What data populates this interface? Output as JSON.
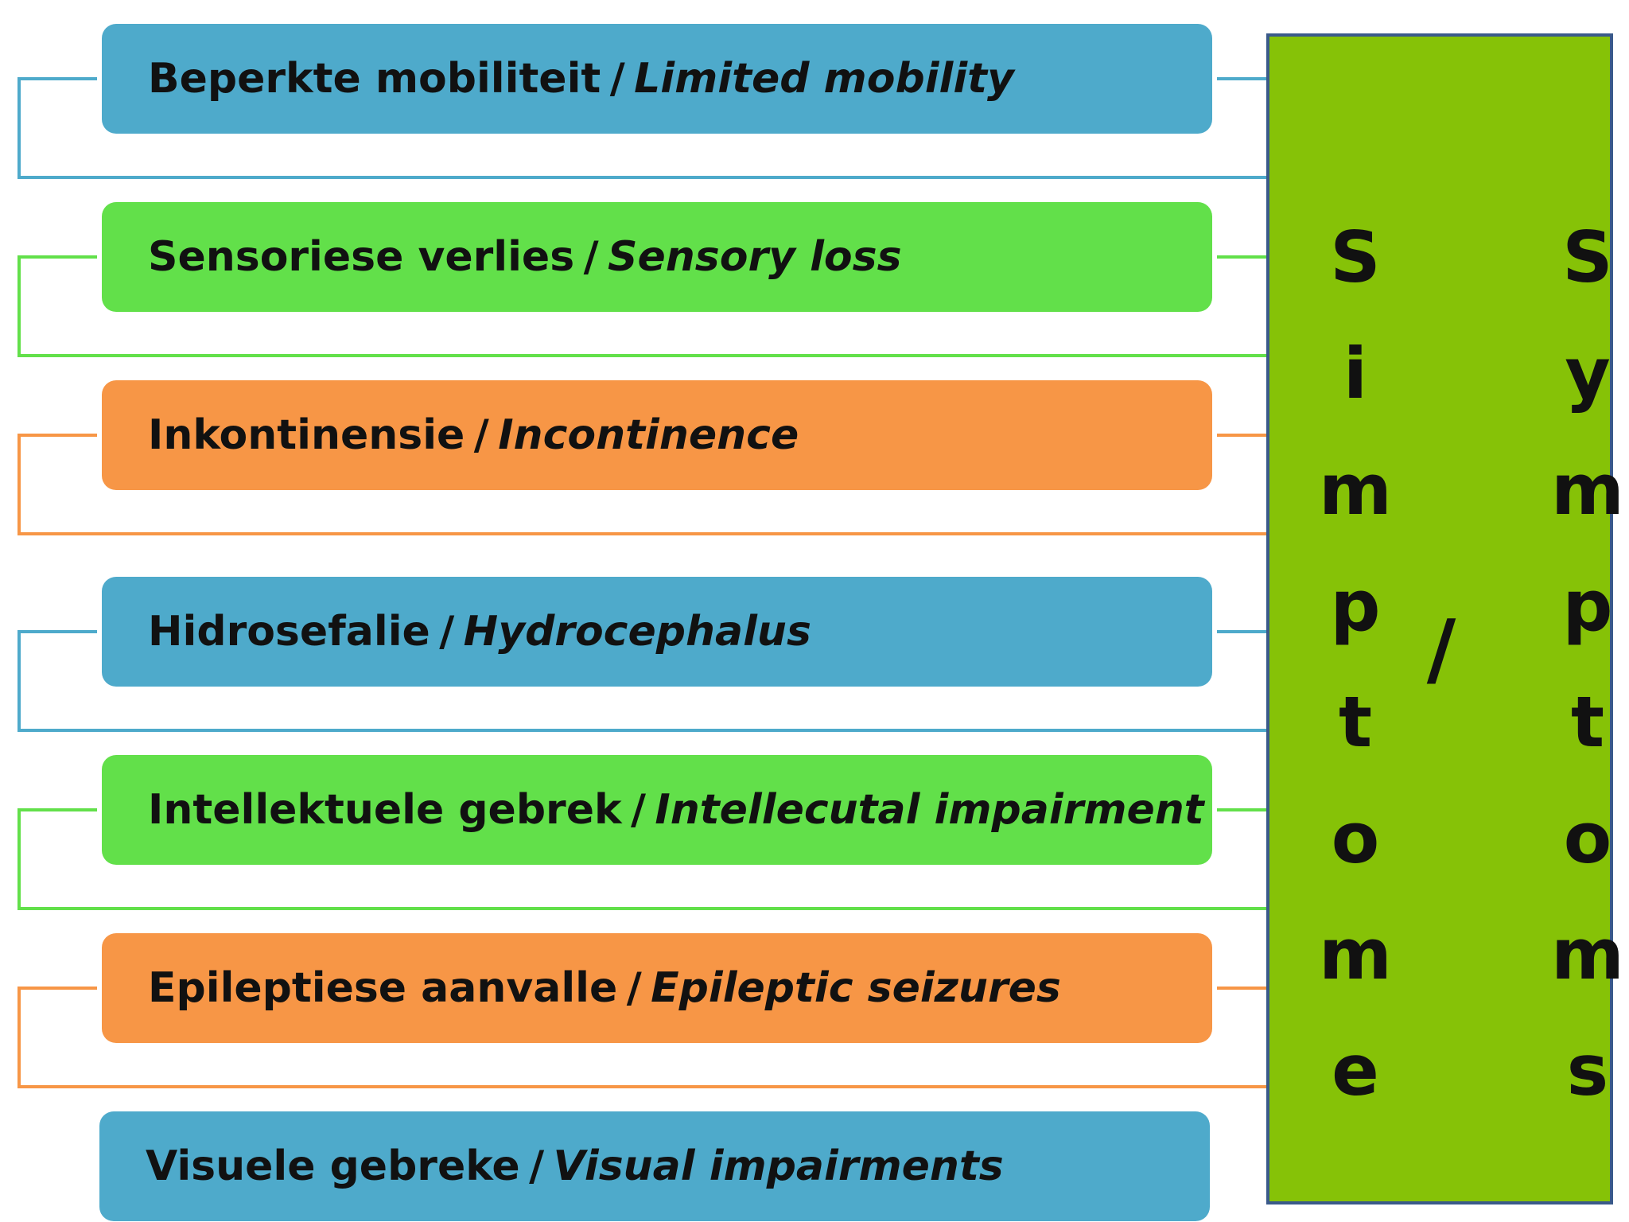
{
  "colors": {
    "blue": "#4eaacb",
    "green": "#62e04a",
    "orange": "#f79646",
    "panel": "#86c207",
    "panel_border": "#3a5a8a"
  },
  "items": [
    {
      "af": "Beperkte mobiliteit",
      "sep": "/",
      "en": "Limited mobility",
      "color": "blue"
    },
    {
      "af": "Sensoriese verlies",
      "sep": "/",
      "en": "Sensory loss",
      "color": "green"
    },
    {
      "af": "Inkontinensie",
      "sep": "/",
      "en": "Incontinence",
      "color": "orange"
    },
    {
      "af": "Hidrosefalie",
      "sep": "/",
      "en": "Hydrocephalus",
      "color": "blue"
    },
    {
      "af": "Intellektuele gebrek",
      "sep": "/",
      "en": "Intellecutal impairment",
      "color": "green"
    },
    {
      "af": "Epileptiese aanvalle",
      "sep": "/",
      "en": "Epileptic seizures",
      "color": "orange"
    },
    {
      "af": "Visuele gebreke",
      "sep": "/",
      "en": "Visual impairments",
      "color": "blue"
    }
  ],
  "panel": {
    "word_left": [
      "S",
      "i",
      "m",
      "p",
      "t",
      "o",
      "m",
      "e"
    ],
    "separator": "/",
    "word_right": [
      "S",
      "y",
      "m",
      "p",
      "t",
      "o",
      "m",
      "s"
    ]
  }
}
